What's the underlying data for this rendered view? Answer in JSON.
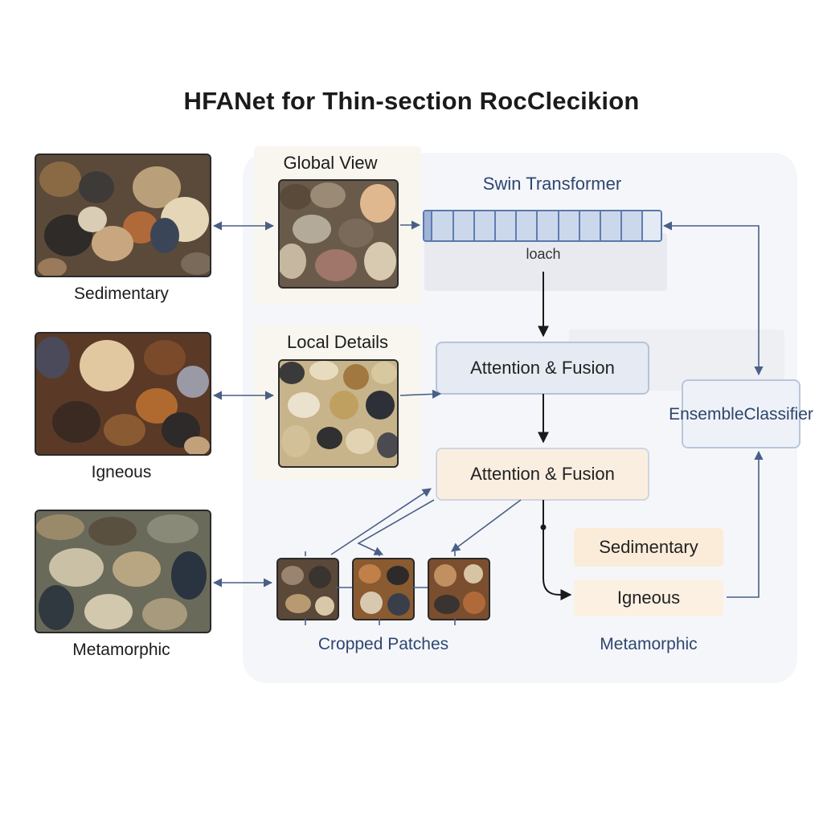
{
  "title": "HFANet for Thin-section RocClecikion",
  "inputs": {
    "sedimentary": "Sedimentary",
    "igneous": "Igneous",
    "metamorphic": "Metamorphic"
  },
  "branches": {
    "global_view": "Global View",
    "local_details": "Local Details",
    "cropped_patches": "Cropped Patches"
  },
  "backbone": {
    "name": "Swin Transformer",
    "sublabel": "loach"
  },
  "modules": {
    "attention_fusion_top": "Attention & Fusion",
    "attention_fusion_bottom": "Attention & Fusion",
    "ensemble_line1": "Ensemble",
    "ensemble_line2": "Classifier"
  },
  "outputs": {
    "sedimentary": "Sedimentary",
    "igneous": "Igneous",
    "metamorphic": "Metamorphic"
  },
  "colors": {
    "arrow": "#4a5f85",
    "arrow_dark": "#1a1a1a",
    "swin_accent": "#5a78aa"
  }
}
